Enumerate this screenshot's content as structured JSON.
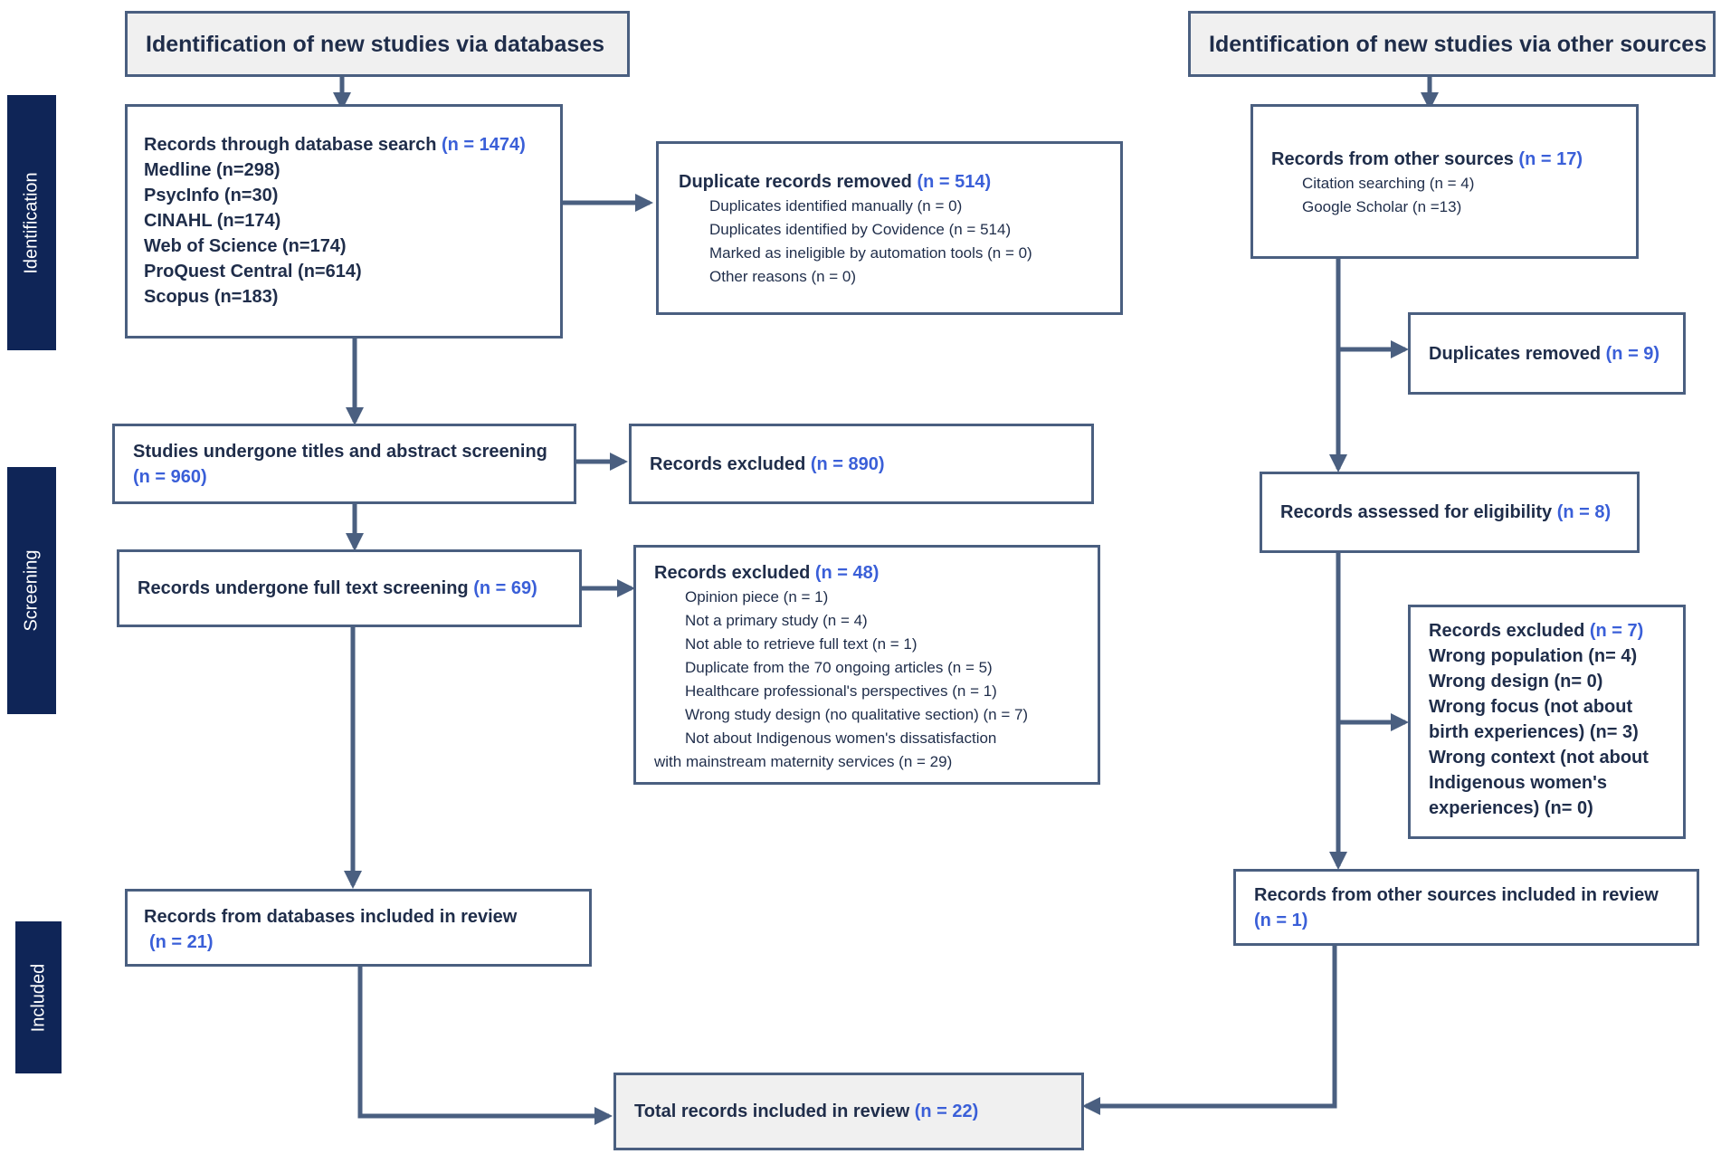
{
  "stages": {
    "identification": "Identification",
    "screening": "Screening",
    "included": "Included"
  },
  "databases": {
    "header": "Identification of new studies via databases",
    "search": {
      "label": "Records through database search",
      "n": "(n = 1474)",
      "sources": [
        "Medline (n=298)",
        "PsycInfo (n=30)",
        "CINAHL (n=174)",
        "Web of Science (n=174)",
        "ProQuest Central (n=614)",
        "Scopus (n=183)"
      ]
    },
    "duplicates": {
      "label": "Duplicate records removed",
      "n": "(n = 514)",
      "items": [
        "Duplicates identified manually (n = 0)",
        "Duplicates identified by Covidence (n = 514)",
        "Marked as ineligible by automation tools (n = 0)",
        "Other reasons (n = 0)"
      ]
    },
    "title_screening": {
      "label": "Studies undergone titles and abstract screening",
      "n": "(n = 960)"
    },
    "excluded_titles": {
      "label": "Records excluded",
      "n": "(n = 890)"
    },
    "fulltext": {
      "label": "Records undergone full text screening",
      "n": "(n = 69)"
    },
    "excluded_fulltext": {
      "label": "Records excluded",
      "n": "(n = 48)",
      "items": [
        "Opinion piece (n = 1)",
        "Not a primary study (n = 4)",
        "Not able to retrieve full text (n = 1)",
        "Duplicate from the 70 ongoing articles (n = 5)",
        "Healthcare professional's perspectives (n = 1)",
        "Wrong study design (no qualitative section) (n = 7)",
        "Not about Indigenous women's dissatisfaction"
      ],
      "last_line": "with mainstream maternity services (n = 29)"
    },
    "included": {
      "label": "Records from databases included in review",
      "n": "(n = 21)"
    }
  },
  "other": {
    "header": "Identification of new studies via other sources",
    "records": {
      "label": "Records from other sources",
      "n": "(n = 17)",
      "items": [
        "Citation searching (n = 4)",
        "Google Scholar (n =13)"
      ]
    },
    "duplicates": {
      "label": "Duplicates removed",
      "n": "(n = 9)"
    },
    "assessed": {
      "label": "Records assessed for eligibility",
      "n": "(n = 8)"
    },
    "excluded": {
      "label": "Records excluded",
      "n": "(n = 7)",
      "lines": [
        "Wrong population (n= 4)",
        "Wrong design (n= 0)",
        "Wrong focus (not about",
        "birth experiences) (n= 3)",
        "Wrong context (not about",
        "Indigenous women's",
        "experiences) (n= 0)"
      ]
    },
    "included": {
      "label": "Records from other sources included in review",
      "n": "(n = 1)"
    }
  },
  "total": {
    "label": "Total records included in review",
    "n": "(n = 22)"
  }
}
